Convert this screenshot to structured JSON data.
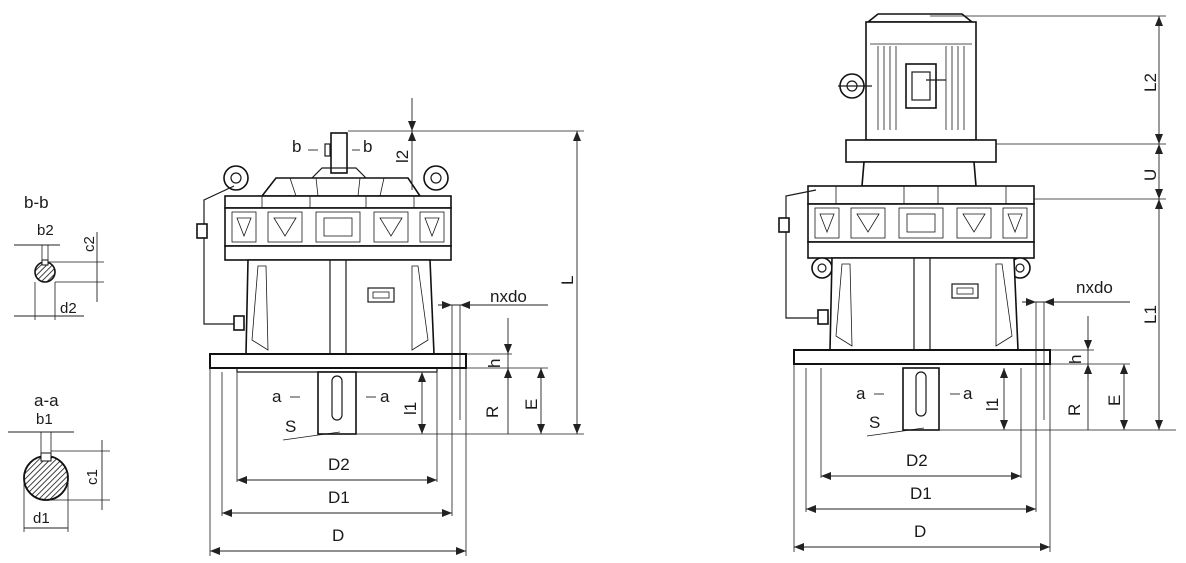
{
  "section_bb": {
    "title": "b-b",
    "b2": "b2",
    "c2": "c2",
    "d2": "d2"
  },
  "section_aa": {
    "title": "a-a",
    "b1": "b1",
    "c1": "c1",
    "d1": "d1"
  },
  "left_view": {
    "b_left": "b",
    "b_right": "b",
    "l2": "l2",
    "L": "L",
    "nxdo": "nxdo",
    "h": "h",
    "R": "R",
    "E": "E",
    "a_left": "a",
    "a_right": "a",
    "S": "S",
    "l1": "l1",
    "D2": "D2",
    "D1": "D1",
    "D": "D"
  },
  "right_view": {
    "L2": "L2",
    "U": "U",
    "L1": "L1",
    "nxdo": "nxdo",
    "h": "h",
    "R": "R",
    "E": "E",
    "a_left": "a",
    "a_right": "a",
    "S": "S",
    "l1": "l1",
    "D2": "D2",
    "D1": "D1",
    "D": "D"
  }
}
